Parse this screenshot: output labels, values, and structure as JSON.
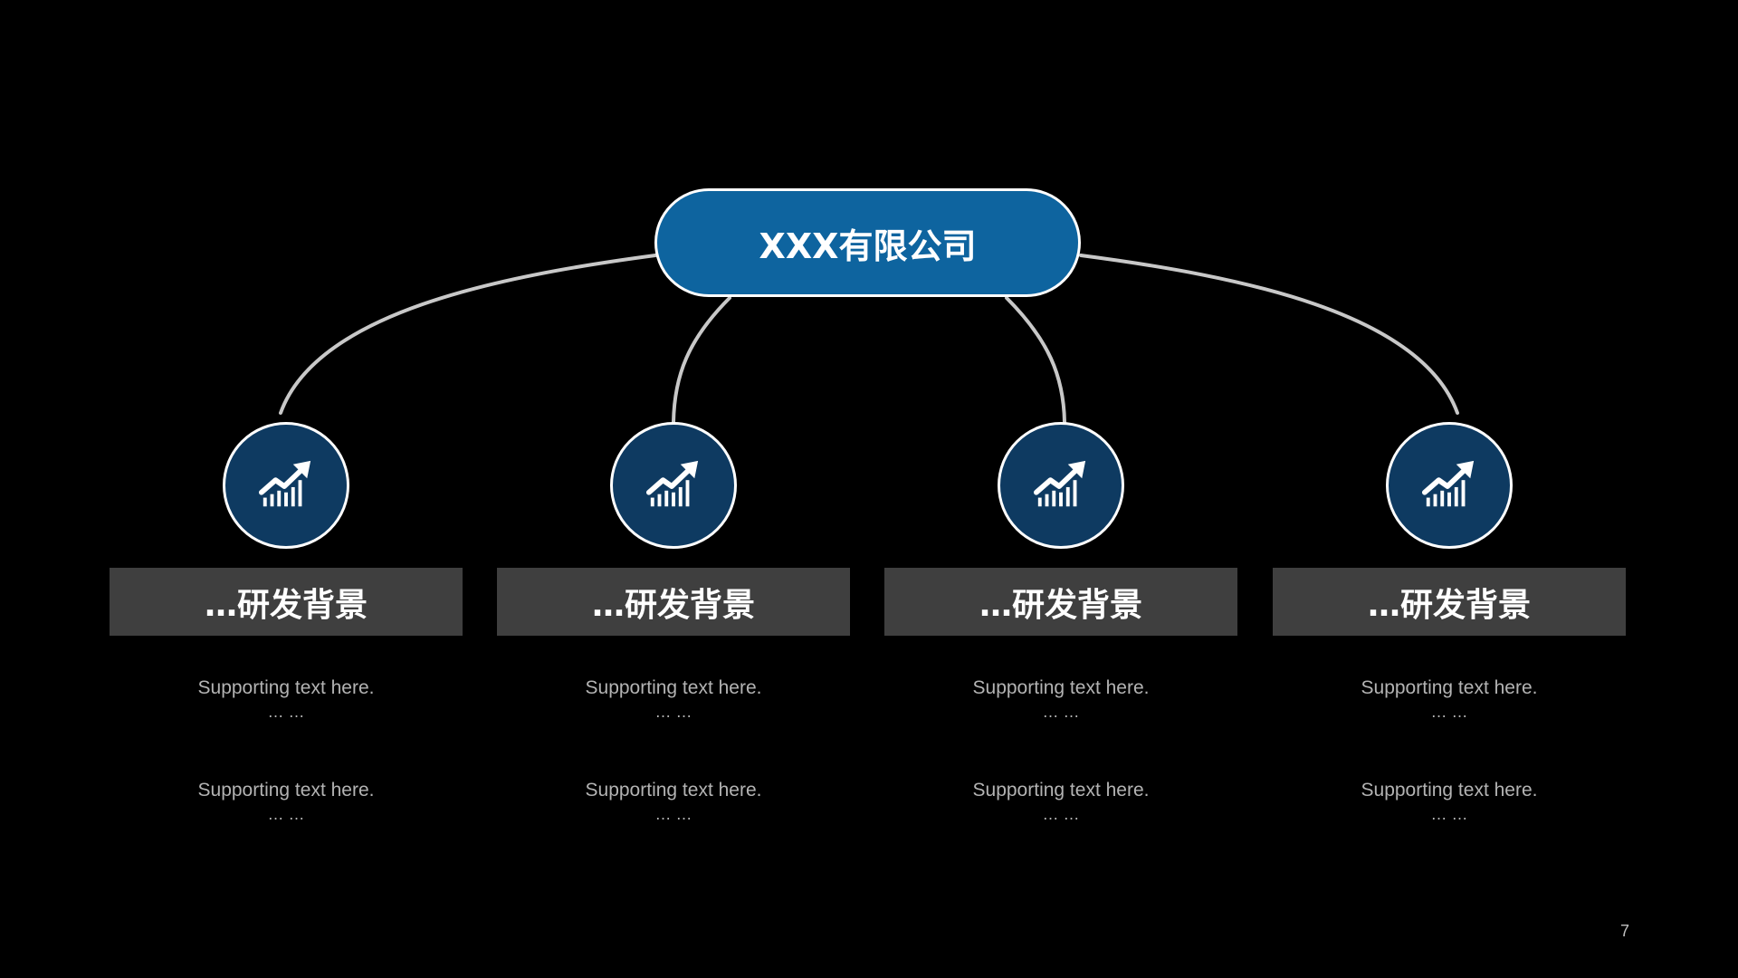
{
  "root": {
    "title": "XXX有限公司",
    "fill_color": "#0e649f"
  },
  "children": [
    {
      "icon": "growth-chart-icon",
      "label": "…研发背景",
      "supporting": [
        {
          "text": "Supporting text here.",
          "ellipsis": "… …"
        },
        {
          "text": "Supporting text here.",
          "ellipsis": "… …"
        }
      ]
    },
    {
      "icon": "growth-chart-icon",
      "label": "…研发背景",
      "supporting": [
        {
          "text": "Supporting text here.",
          "ellipsis": "… …"
        },
        {
          "text": "Supporting text here.",
          "ellipsis": "… …"
        }
      ]
    },
    {
      "icon": "growth-chart-icon",
      "label": "…研发背景",
      "supporting": [
        {
          "text": "Supporting text here.",
          "ellipsis": "… …"
        },
        {
          "text": "Supporting text here.",
          "ellipsis": "… …"
        }
      ]
    },
    {
      "icon": "growth-chart-icon",
      "label": "…研发背景",
      "supporting": [
        {
          "text": "Supporting text here.",
          "ellipsis": "… …"
        },
        {
          "text": "Supporting text here.",
          "ellipsis": "… …"
        }
      ]
    }
  ],
  "colors": {
    "background": "#000000",
    "connector": "#c8c8c8",
    "icon_circle": "#0e3a61",
    "label_box": "#3f3f3f",
    "supporting_text": "#b3b3b3"
  },
  "page_number": "7"
}
